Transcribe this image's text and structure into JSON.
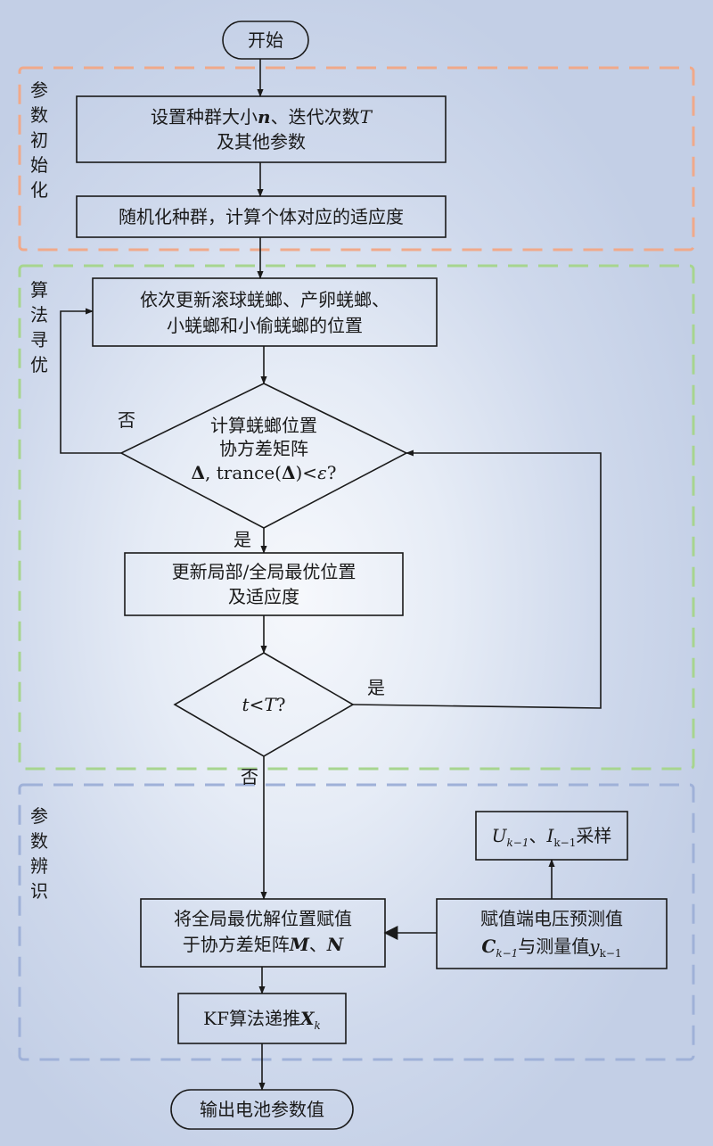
{
  "start": "开始",
  "end": "输出电池参数值",
  "sections": {
    "init": {
      "label": [
        "参",
        "数",
        "初",
        "始",
        "化"
      ],
      "color": "#f0a98a"
    },
    "optim": {
      "label": [
        "算",
        "法",
        "寻",
        "优"
      ],
      "color": "#a7d58f"
    },
    "ident": {
      "label": [
        "参",
        "数",
        "辨",
        "识"
      ],
      "color": "#9fb1d8"
    }
  },
  "steps": {
    "set_params": {
      "line1_a": "设置种群大小",
      "line1_n": "n",
      "line1_b": "、迭代次数",
      "line1_T": "T",
      "line2": "及其他参数"
    },
    "randomize": "随机化种群，计算个体对应的适应度",
    "update_pos": {
      "line1": "依次更新滚球蜣螂、产卵蜣螂、",
      "line2": "小蜣螂和小偷蜣螂的位置"
    },
    "cov_check": {
      "line1": "计算蜣螂位置",
      "line2": "协方差矩阵",
      "delta": "Δ",
      "trance_open": ", trance(",
      "delta2": "Δ",
      "trance_close": ")<",
      "eps": "ε",
      "q": "?"
    },
    "update_best": {
      "line1": "更新局部/全局最优位置",
      "line2": "及适应度"
    },
    "iter_check": {
      "t": "t",
      "lt": "<",
      "T": "T",
      "q": "?"
    },
    "assign": {
      "line1": "将全局最优解位置赋值",
      "line2_a": "于协方差矩阵",
      "M": "M",
      "sep": "、",
      "N": "N"
    },
    "kf": {
      "a": "KF算法递推",
      "X": "X",
      "sub": "k"
    },
    "voltage": {
      "line1": "赋值端电压预测值",
      "C": "C",
      "Csub": "k−1",
      "mid": "与测量值",
      "y": "y",
      "ysub": "k−1"
    },
    "sample": {
      "U": "U",
      "Usub": "k−1",
      "sep": "、",
      "I": "I",
      "Isub": "k−1",
      "tail": "采样"
    }
  },
  "branches": {
    "no1": "否",
    "yes1": "是",
    "yes2": "是",
    "no2": "否"
  }
}
